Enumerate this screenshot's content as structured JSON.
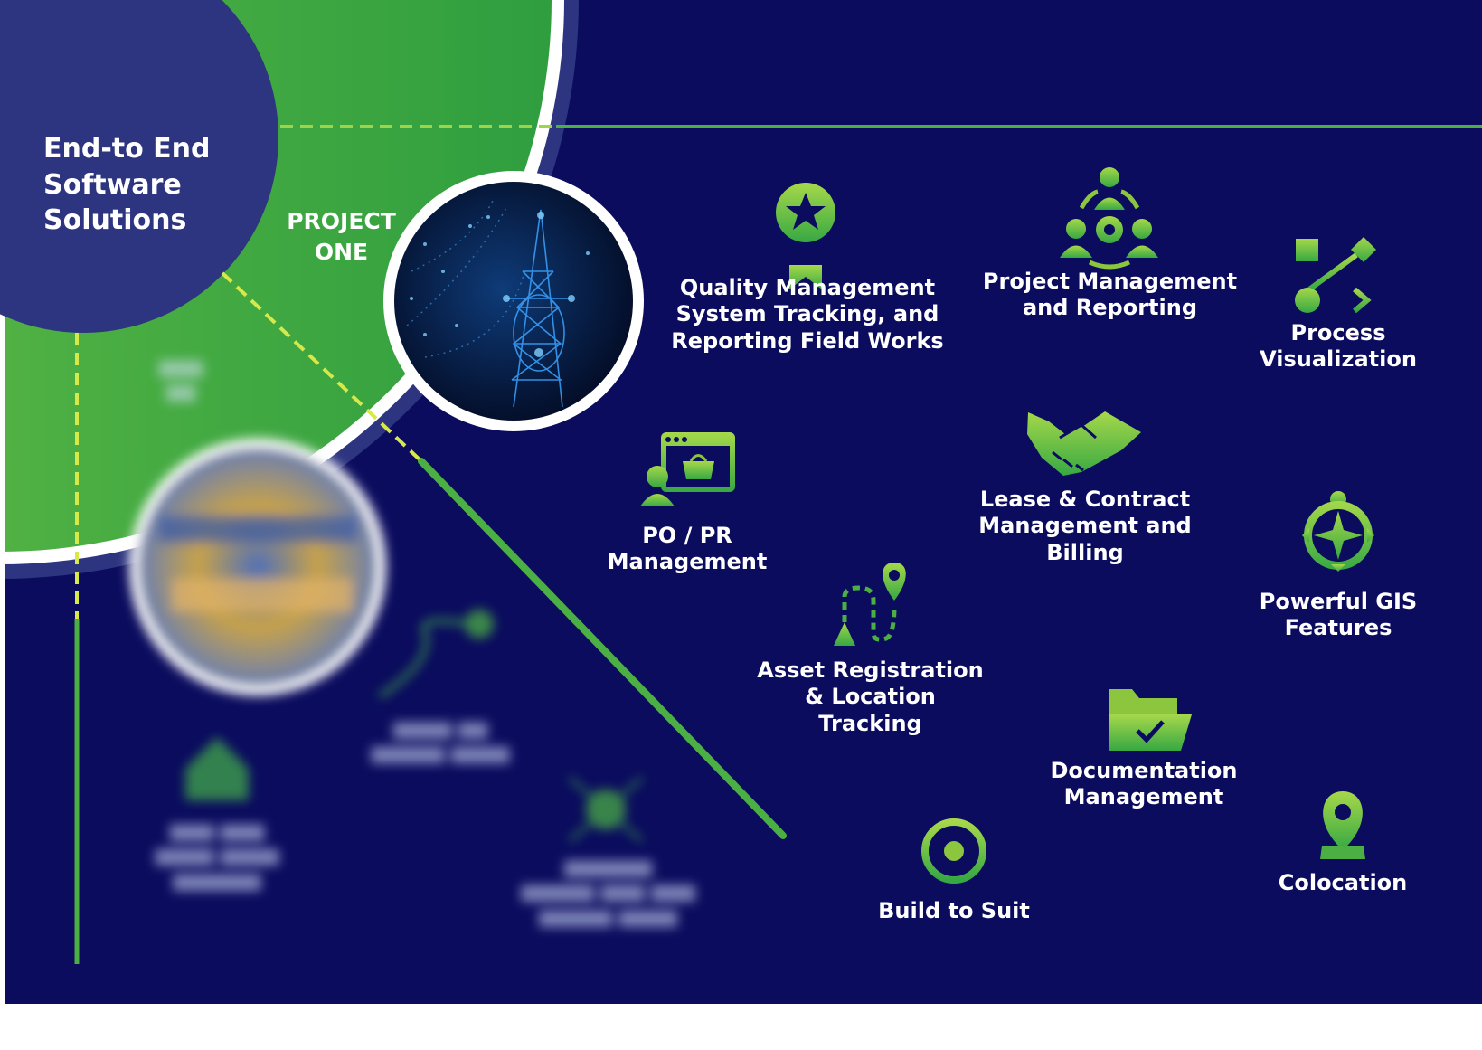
{
  "headline": {
    "line1": "End-to End",
    "line2": "Software",
    "line3": "Solutions"
  },
  "project": {
    "line1": "PROJECT",
    "line2": "ONE"
  },
  "features": {
    "quality": {
      "line1": "Quality Management",
      "line2": "System Tracking, and",
      "line3": "Reporting Field Works",
      "icon": "award-badge-icon"
    },
    "project_mgmt": {
      "line1": "Project Management",
      "line2": "and Reporting",
      "icon": "team-gear-icon"
    },
    "process": {
      "line1": "Process",
      "line2": "Visualization",
      "icon": "process-flow-icon"
    },
    "po_pr": {
      "line1": "PO / PR",
      "line2": "Management",
      "icon": "shopping-basket-browser-icon"
    },
    "lease": {
      "line1": "Lease & Contract",
      "line2": "Management and",
      "line3": "Billing",
      "icon": "handshake-icon"
    },
    "gis": {
      "line1": "Powerful GIS",
      "line2": "Features",
      "icon": "compass-icon"
    },
    "asset": {
      "line1": "Asset Registration",
      "line2": "& Location",
      "line3": "Tracking",
      "icon": "route-pin-icon"
    },
    "documentation": {
      "line1": "Documentation",
      "line2": "Management",
      "icon": "folder-check-icon"
    },
    "build": {
      "label": "Build to Suit",
      "icon": "target-icon"
    },
    "colocation": {
      "label": "Colocation",
      "icon": "location-pin-icon"
    }
  },
  "colors": {
    "navy": "#0b0c5e",
    "disc": "#2e3580",
    "green_dark": "#2f9e3f",
    "green_light": "#8cc63f",
    "white": "#ffffff"
  }
}
